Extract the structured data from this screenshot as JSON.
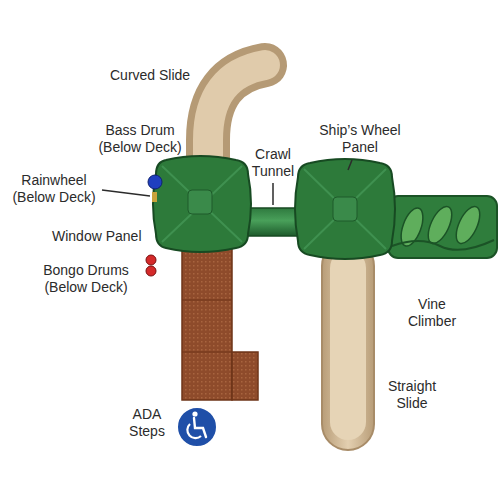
{
  "diagram": {
    "labels": [
      "Curved Slide",
      "Bass Drum (Below Deck)",
      "Rainwheel (Below Deck)",
      "Window Panel",
      "Bongo Drums (Below Deck)",
      "Crawl Tunnel",
      "Ship’s Wheel Panel",
      "Vine Climber",
      "Straight Slide",
      "ADA Steps"
    ]
  }
}
